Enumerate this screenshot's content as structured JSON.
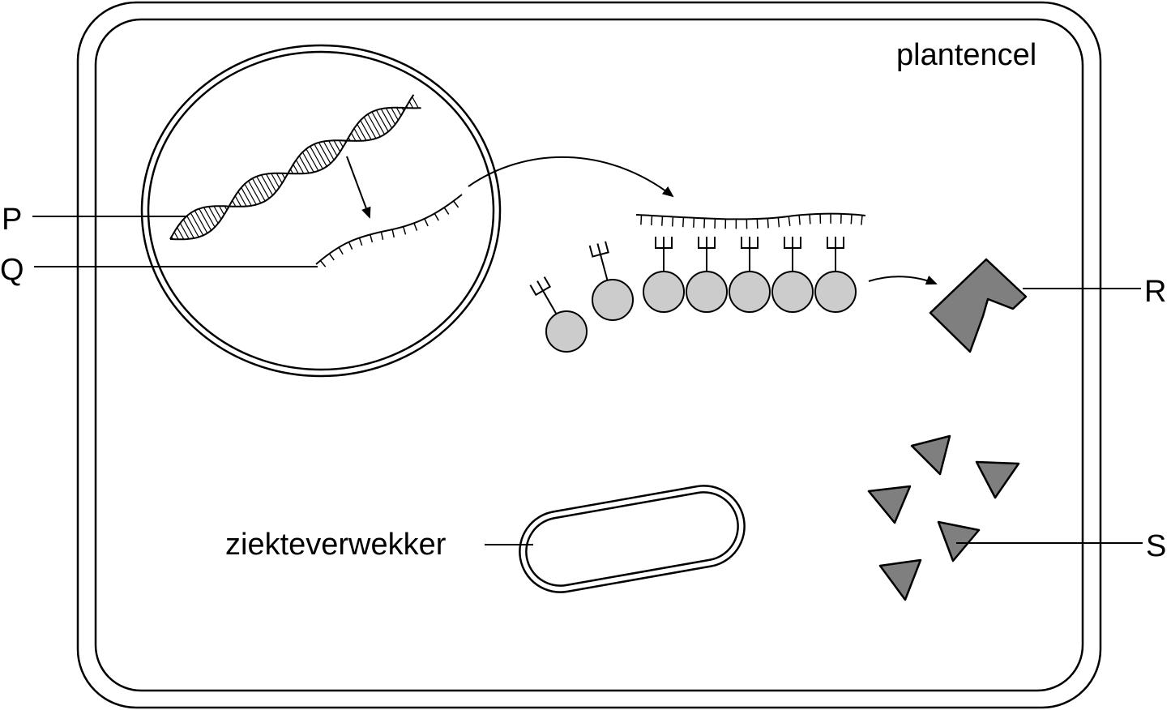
{
  "labels": {
    "cell": "plantencel",
    "pathogen": "ziekteverwekker",
    "P": "P",
    "Q": "Q",
    "R": "R",
    "S": "S"
  },
  "colors": {
    "line": "#000000",
    "aminoAcid": "#cccccc",
    "protein": "#7f7f7f",
    "background": "#ffffff"
  },
  "components": {
    "chainAminoAcids": 5,
    "freeAminoAcids": 2,
    "productTriangles": 5
  }
}
